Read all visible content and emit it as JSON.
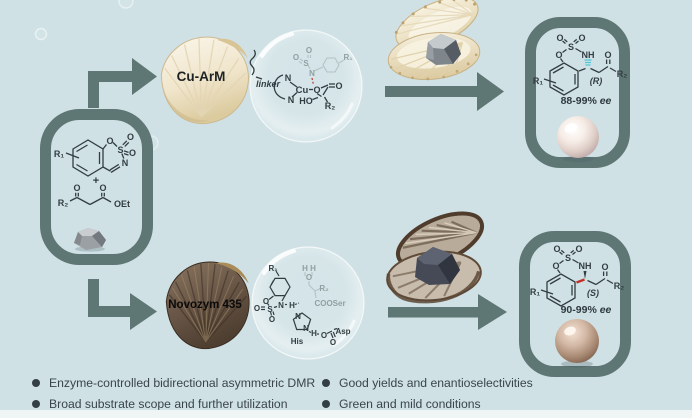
{
  "top_pathway": {
    "catalyst": "Cu-ArM",
    "config": "(R)",
    "ee": "88-99%",
    "ee_unit": "ee"
  },
  "bottom_pathway": {
    "catalyst": "Novozym 435",
    "config": "(S)",
    "ee": "90-99%",
    "ee_unit": "ee"
  },
  "atoms": {
    "o": "O",
    "s": "S",
    "n": "N",
    "nh": "NH",
    "ho": "HO",
    "h": "H",
    "cu": "Cu",
    "r1": "R₁",
    "r2": "R₂",
    "oet": "OEt",
    "plus": "+",
    "his": "His",
    "asp": "Asp",
    "cooser": "COOSer",
    "linker": "linker"
  },
  "bullets": {
    "left": [
      "Enzyme-controlled bidirectional asymmetric DMR",
      "Broad substrate scope and further utilization"
    ],
    "right": [
      "Good yields and enantioselectivities",
      "Green and mild conditions"
    ]
  },
  "colors": {
    "background": "#cfe1e5",
    "outline": "#5e7674",
    "chiral_top": "#53c6d6",
    "chiral_bottom": "#c03028"
  }
}
